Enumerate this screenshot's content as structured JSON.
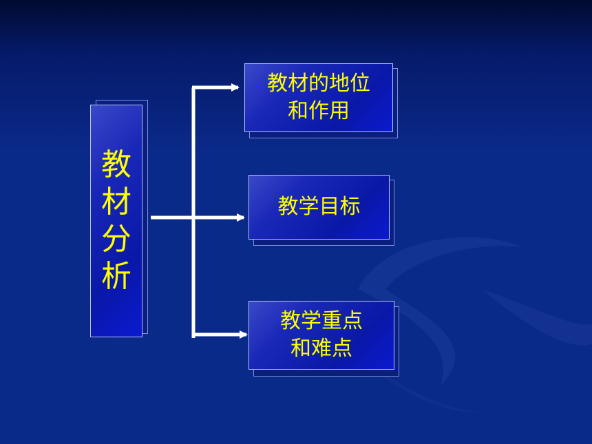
{
  "diagram": {
    "root": {
      "label": "教材分析"
    },
    "branches": [
      {
        "label": "教材的地位\n和作用"
      },
      {
        "label": "教学目标"
      },
      {
        "label": "教学重点\n和难点"
      }
    ]
  },
  "colors": {
    "text": "#ffff00",
    "connector": "#ffffff",
    "background": "#0a2a8a"
  }
}
